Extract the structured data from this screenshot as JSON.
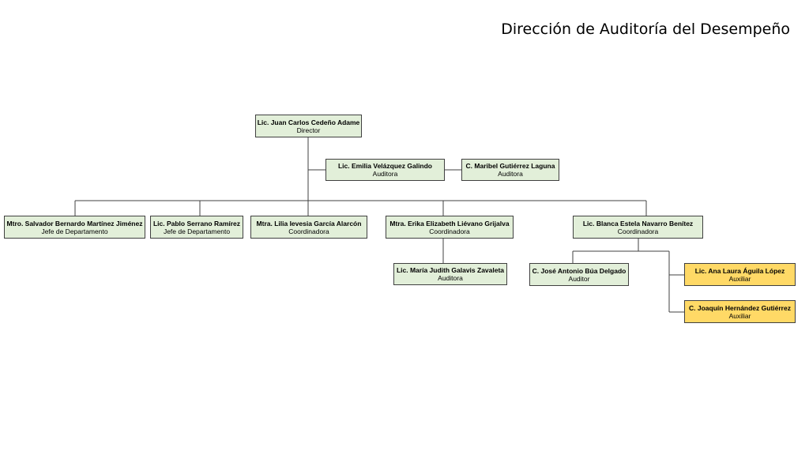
{
  "title": "Dirección de Auditoría del Desempeño",
  "colors": {
    "box_fill": "#e2efd9",
    "box_fill_highlight": "#ffd966",
    "border": "#404040",
    "line": "#404040"
  },
  "nodes": {
    "director": {
      "name": "Lic. Juan Carlos Cedeño Adame",
      "role": "Director"
    },
    "emilia": {
      "name": "Lic. Emilia Velázquez Galindo",
      "role": "Auditora"
    },
    "maribel": {
      "name": "C. Maribel Gutiérrez Laguna",
      "role": "Auditora"
    },
    "salvador": {
      "name": "Mtro. Salvador Bernardo Martínez Jiménez",
      "role": "Jefe de Departamento"
    },
    "pablo": {
      "name": "Lic. Pablo Serrano Ramírez",
      "role": "Jefe de Departamento"
    },
    "lilia": {
      "name": "Mtra. Lilia Ievesia García Alarcón",
      "role": "Coordinadora"
    },
    "erika": {
      "name": "Mtra. Erika Elizabeth Liévano Grijalva",
      "role": "Coordinadora"
    },
    "blanca": {
      "name": "Lic. Blanca Estela Navarro Benítez",
      "role": "Coordinadora"
    },
    "maria": {
      "name": "Lic. María Judith Galavis Zavaleta",
      "role": "Auditora"
    },
    "jose": {
      "name": "C. José Antonio Búa Delgado",
      "role": "Auditor"
    },
    "ana": {
      "name": "Lic. Ana Laura Águila López",
      "role": "Auxiliar"
    },
    "joaquin": {
      "name": "C. Joaquín Hernández Gutiérrez",
      "role": "Auxiliar"
    }
  }
}
